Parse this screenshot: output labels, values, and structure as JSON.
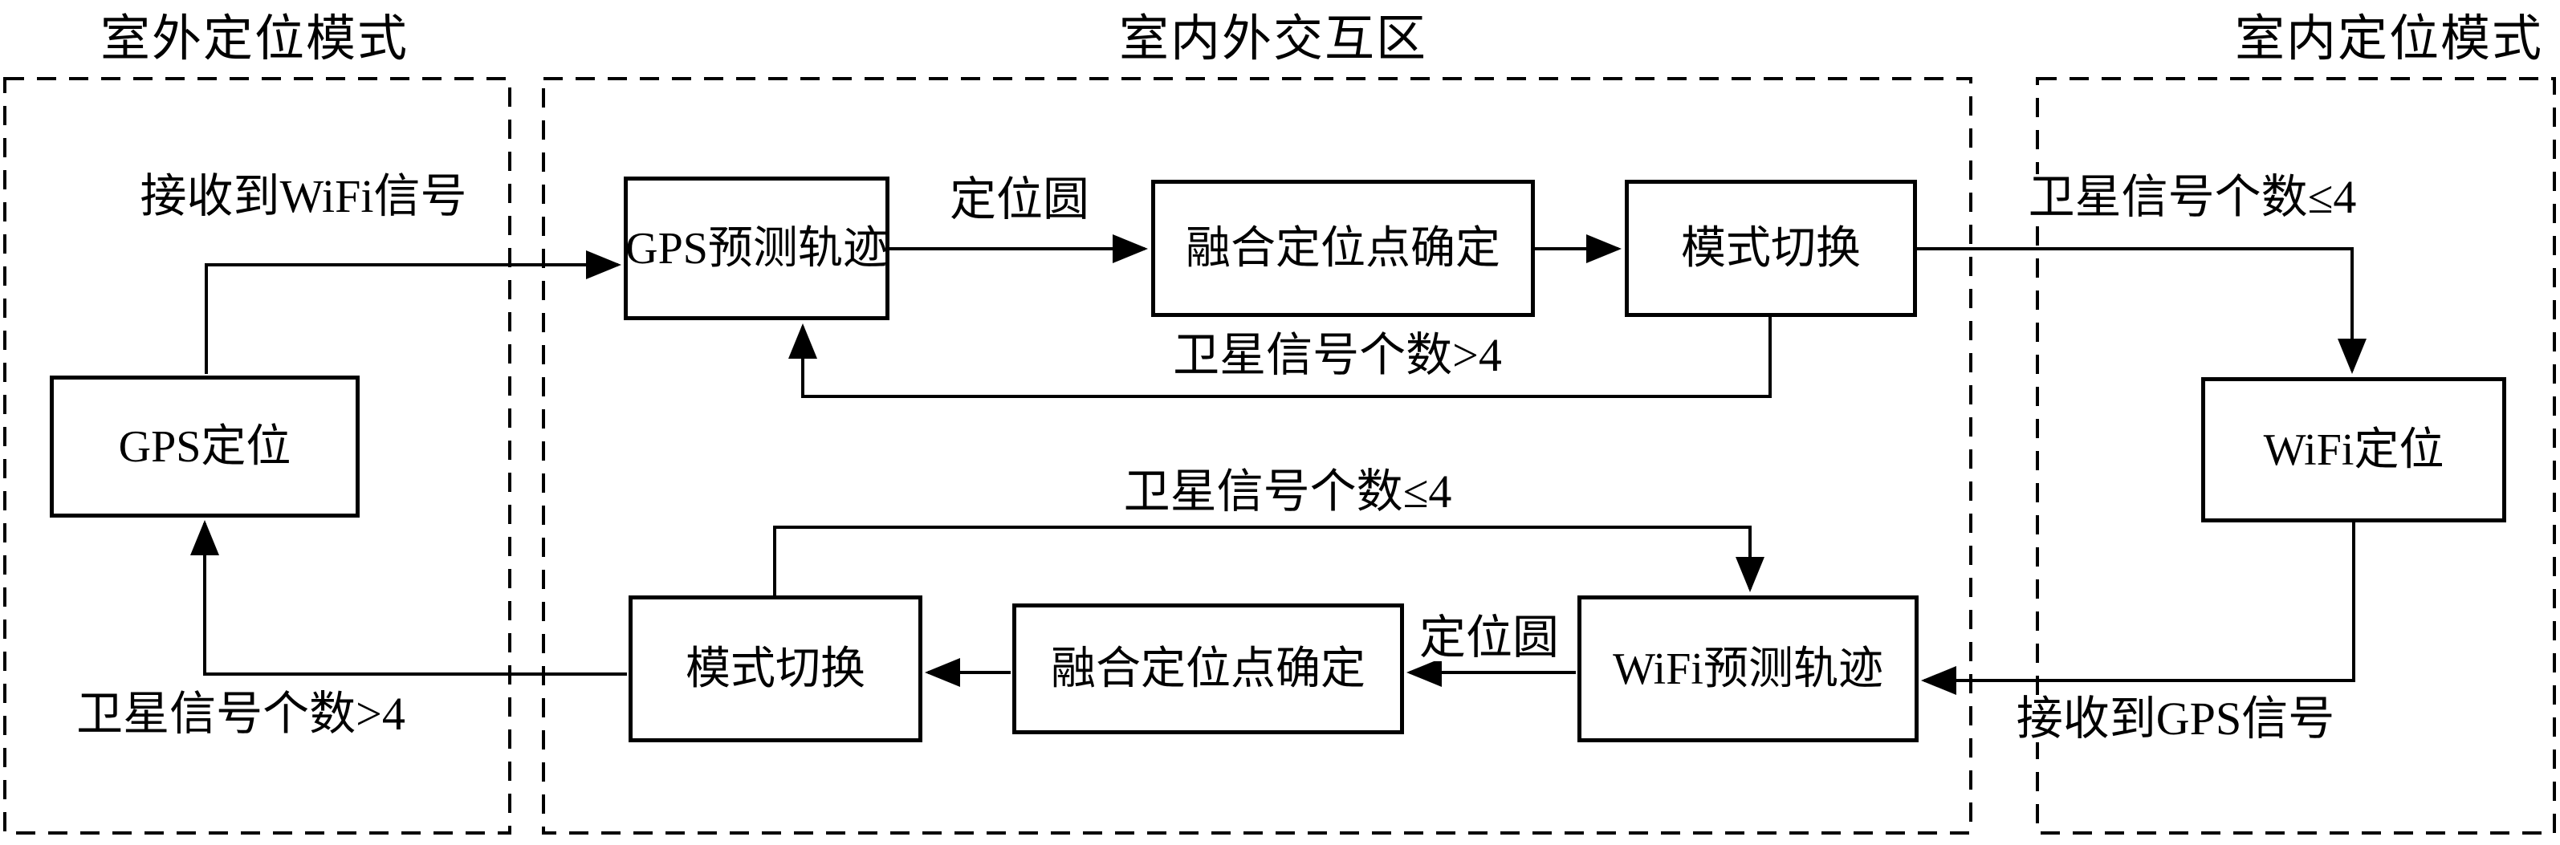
{
  "diagram": {
    "regions": [
      {
        "id": "outdoor",
        "title": "室外定位模式"
      },
      {
        "id": "interaction",
        "title": "室内外交互区"
      },
      {
        "id": "indoor",
        "title": "室内定位模式"
      }
    ],
    "nodes": {
      "gps_loc": "GPS定位",
      "gps_predict": "GPS预测轨迹",
      "fusion_top": "融合定位点确定",
      "switch_top": "模式切换",
      "wifi_loc": "WiFi定位",
      "wifi_predict": "WiFi预测轨迹",
      "fusion_bottom": "融合定位点确定",
      "switch_bottom": "模式切换"
    },
    "edge_labels": {
      "recv_wifi": "接收到WiFi信号",
      "circle_top": "定位圆",
      "sat_gt4_top": "卫星信号个数>4",
      "sat_le4_right": "卫星信号个数≤4",
      "sat_le4_mid": "卫星信号个数≤4",
      "circle_bottom": "定位圆",
      "recv_gps": "接收到GPS信号",
      "sat_gt4_bottom": "卫星信号个数>4"
    },
    "line_color": "#000000",
    "background_color": "#ffffff"
  }
}
